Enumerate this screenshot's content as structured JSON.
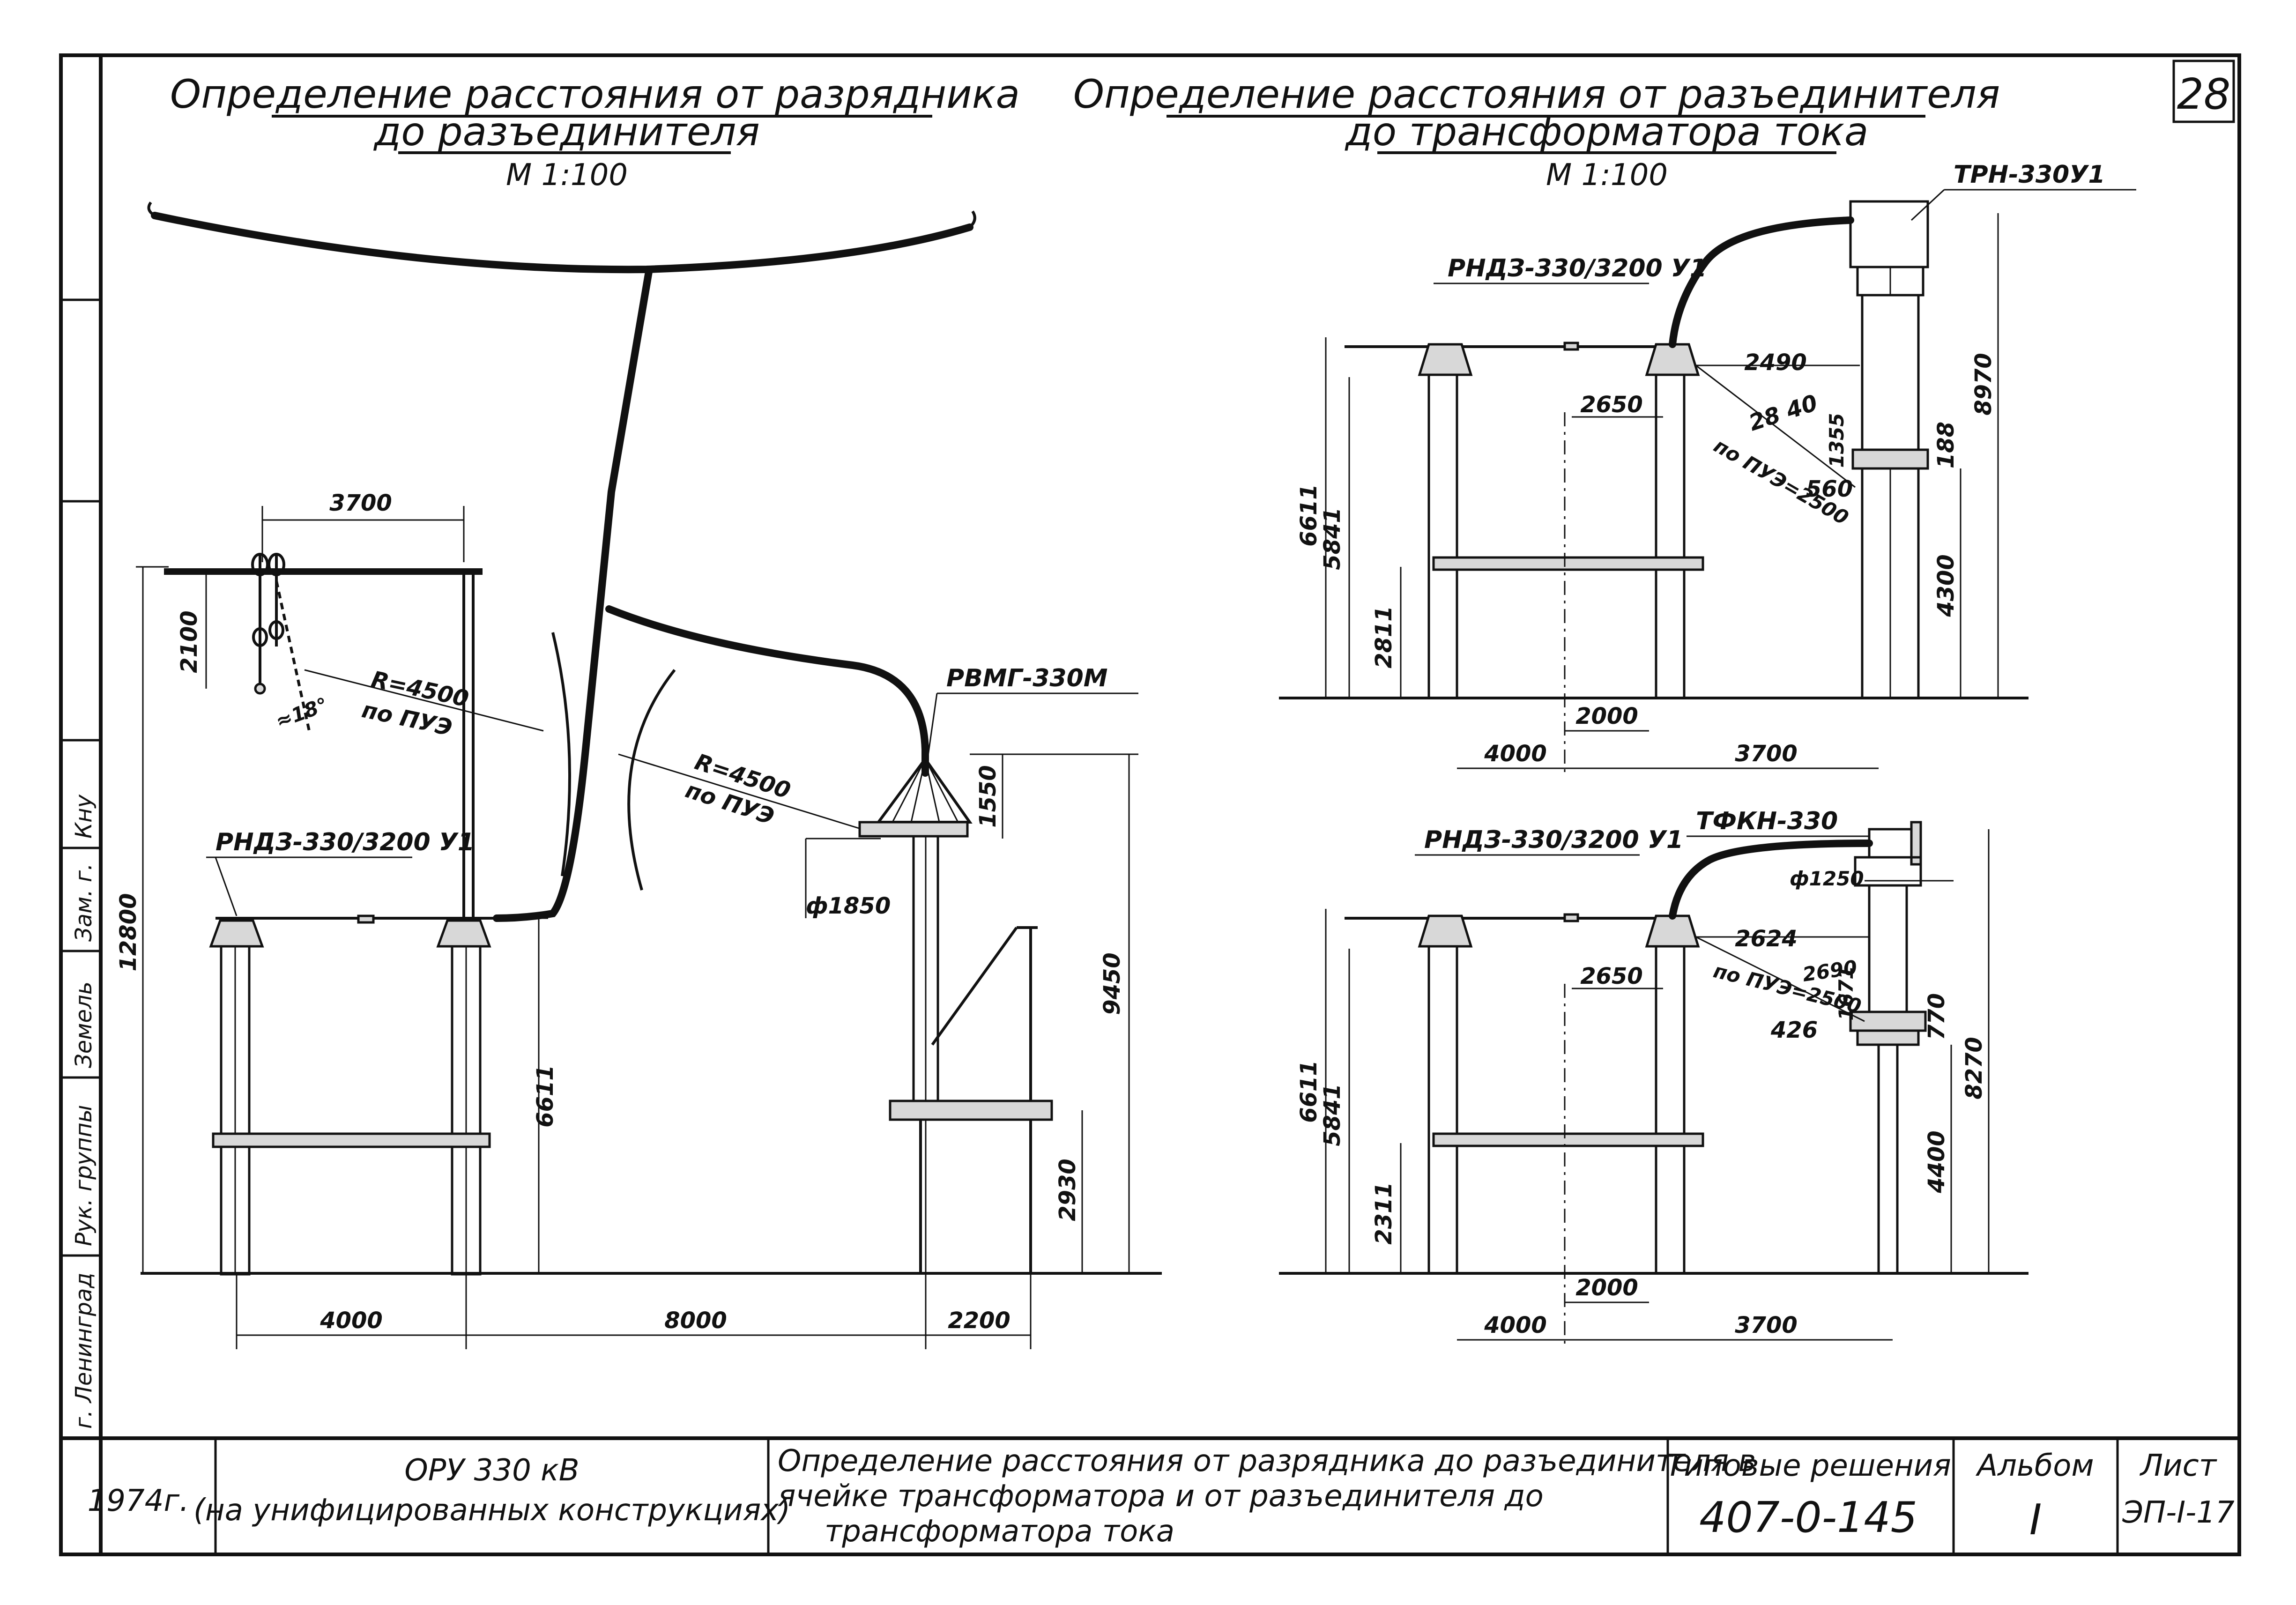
{
  "sheet": {
    "page_number": "28",
    "left_title": {
      "line1": "Определение расстояния от разрядника",
      "line2": "до разъединителя",
      "scale": "М 1:100"
    },
    "right_title": {
      "line1": "Определение расстояния от разъединителя",
      "line2": "до трансформатора тока",
      "scale": "М 1:100"
    }
  },
  "left_view": {
    "labels": {
      "disconnector": "РНДЗ-330/3200 У1",
      "arrester": "РВМГ-330М",
      "radius1": "R=4500",
      "radius1_note": "по ПУЭ",
      "radius2": "R=4500",
      "radius2_note": "по ПУЭ",
      "diameter": "ф1850",
      "angle": "≈18°"
    },
    "dims": {
      "top_span": "3700",
      "drop": "2100",
      "height_total": "12800",
      "height_6611": "6611",
      "height_9450": "9450",
      "height_1550": "1550",
      "height_2930": "2930",
      "base_4000": "4000",
      "base_8000": "8000",
      "base_2200": "2200"
    }
  },
  "right_top": {
    "labels": {
      "disconnector": "РНДЗ-330/3200 У1",
      "ct": "ТРН-330У1",
      "rule_note": "по ПУЭ=2500"
    },
    "dims": {
      "d2490": "2490",
      "d2650": "2650",
      "d2840": "28 40",
      "d1355": "1355",
      "d560": "560",
      "d188": "188",
      "d8970": "8970",
      "d4300": "4300",
      "d6611": "6611",
      "d5841": "5841",
      "d2811": "2811",
      "d2000": "2000",
      "d4000": "4000",
      "d3700": "3700"
    }
  },
  "right_bottom": {
    "labels": {
      "disconnector": "РНДЗ-330/3200 У1",
      "ct": "ТФКН-330",
      "diameter": "ф1250",
      "rule_note": "по ПУЭ=2500"
    },
    "dims": {
      "d2624": "2624",
      "d2650": "2650",
      "d2690": "2690",
      "d1671": "1671",
      "d426": "426",
      "d770": "770",
      "d8270": "8270",
      "d4400": "4400",
      "d6611": "6611",
      "d5841": "5841",
      "d2311": "2311",
      "d2000": "2000",
      "d4000": "4000",
      "d3700": "3700"
    }
  },
  "title_block": {
    "year": "1974г.",
    "object_line1": "ОРУ 330 кВ",
    "object_line2": "(на унифицированных конструкциях)",
    "description_line1": "Определение расстояния от разрядника до разъединителя в",
    "description_line2": "ячейке трансформатора и от разъединителя до",
    "description_line3": "трансформатора тока",
    "series_label": "Типовые решения",
    "series_number": "407-0-145",
    "album_label": "Альбом",
    "album_number": "I",
    "sheet_label": "Лист",
    "sheet_code": "ЭП-I-17"
  },
  "side_stamp": {
    "city": "г. Ленинград",
    "role1": "Рук. группы",
    "name1": "Земель",
    "name2": "Зам. г.",
    "name3": "Кну"
  }
}
